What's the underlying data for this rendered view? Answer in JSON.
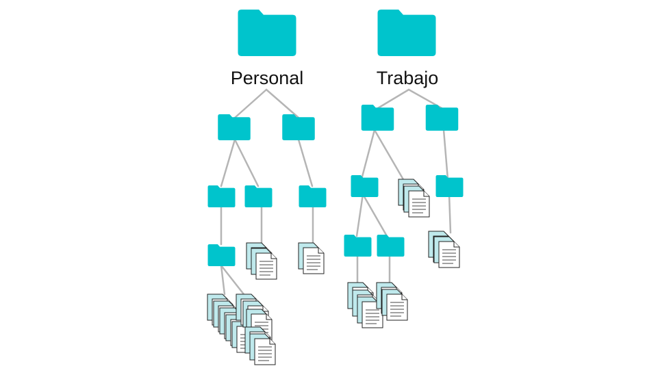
{
  "roots": [
    {
      "id": "personal",
      "label": "Personal"
    },
    {
      "id": "trabajo",
      "label": "Trabajo"
    }
  ],
  "colors": {
    "folder": "#00c4cc",
    "connector": "#b5b5b5",
    "document_paper": "#ffffff",
    "document_shadow": "#bfe9ec",
    "document_outline": "#222222"
  },
  "icons": {
    "folder": "folder-icon",
    "documents": "documents-icon"
  }
}
